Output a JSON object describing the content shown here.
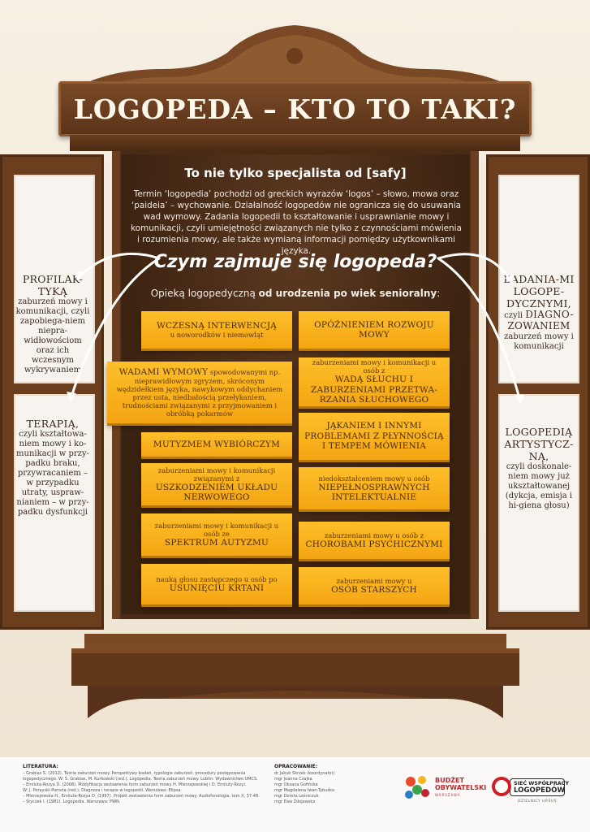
{
  "title": "LOGOPEDA – KTO TO TAKI?",
  "subtitle": "To nie tylko specjalista od [safy]",
  "intro": "Termin ‘logopedia’ pochodzi od greckich wyrazów ‘logos’ – słowo, mowa oraz ‘paideia’ – wychowanie. Działalność logopedów nie ogranicza się do usuwania wad wymowy. Zadania logopedii to kształtowanie i usprawnianie mowy i komunikacji, czyli umiejętności związanych nie tylko z czynnościami mówienia i rozumienia mowy, ale także wymianą informacji pomiędzy użytkownikami języka.",
  "question": "Czym zajmuje się logopeda?",
  "care": {
    "before": "Opieką logopedyczną ",
    "bold": "od urodzenia po wiek senioralny",
    "after": ":"
  },
  "left_panels": {
    "top": {
      "head": "PROFILAK-TYKĄ",
      "body": "zaburzeń mowy i komunikacji, czyli zapobiega-niem niepra-widłowościom oraz ich wczesnym wykrywaniem"
    },
    "bottom": {
      "head": "TERAPIĄ,",
      "body": "czyli kształtowa-niem mowy i ko-munikacji w przy-padku braku, przywracaniem – w przypadku utraty, uspraw-nianiem – w przy-padku dysfunkcji"
    }
  },
  "right_panels": {
    "top": {
      "head": "BADANIA-MI LOGOPE-DYCZNYMI,",
      "mid": "czyli ",
      "big": "DIAGNO-ZOWANIEM",
      "body": "zaburzeń mowy i komunikacji"
    },
    "bottom": {
      "head": "LOGOPEDIĄ ARTYSTYCZ-NĄ,",
      "body": "czyli doskonale-niem mowy już ukształtowanej (dykcja, emisja i hi-giena głosu)"
    }
  },
  "boxes_left": [
    {
      "cap": "WCZESNĄ INTERWENCJĄ",
      "text": "u noworodków i niemowląt"
    },
    {
      "cap_pre": "",
      "cap": "WADAMI WYMOWY",
      "text": " spowodowanymi np. nieprawidłowym zgryzem, skróconym wędzidełkiem języka, nawykowym oddychaniem przez usta, niedbałością przełykaniem, trudnościami związanymi z przyjmowaniem i obróbką pokarmów"
    },
    {
      "cap": "MUTYZMEM WYBIÓRCZYM",
      "text": ""
    },
    {
      "text": "zaburzeniami mowy i komunikacji związanymi z ",
      "cap": "USZKODZENIEM UKŁADU NERWOWEGO"
    },
    {
      "text": "zaburzeniami mowy i komunikacji u osób ze",
      "cap": "SPEKTRUM AUTYZMU"
    },
    {
      "text": "nauką głosu zastępczego u osób po ",
      "cap": "USUNIĘCIU KRTANI"
    }
  ],
  "boxes_right": [
    {
      "cap": "OPÓŹNIENIEM ROZWOJU MOWY",
      "text": ""
    },
    {
      "text": "zaburzeniami mowy i komunikacji u osób z ",
      "cap": "WADĄ SŁUCHU I ZABURZENIAMI PRZETWA-RZANIA SŁUCHOWEGO"
    },
    {
      "cap": "JĄKANIEM I INNYMI PROBLEMAMI Z PŁYNNOŚCIĄ I TEMPEM MÓWIENIA",
      "text": ""
    },
    {
      "text": "niedokształceniem mowy u osób",
      "cap": "NIEPEŁNOSPRAWNYCH INTELEKTUALNIE"
    },
    {
      "text": "zaburzeniami mowy u osób z ",
      "cap": "CHOROBAMI PSYCHICZNYMI"
    },
    {
      "text": "zaburzeniami mowy u ",
      "cap": "OSÓB STARSZYCH"
    }
  ],
  "footer": {
    "lit_title": "LITERATURA:",
    "lit_items": [
      "– Grabias S. (2012). Teoria zaburzeń mowy. Perspektywy badań, typologie zaburzeń, procedury postępowania",
      "logopedycznego. W: S. Grabias, M. Kurkowski (red.), Logopedia. Teoria zaburzeń mowy. Lublin: Wydawnictwo UMCS.",
      "– Emiluta-Rozya D. (2008). Modyfikacja zestawienia form zaburzeń mowy H. Mierzejewskiej i D. Emiluty-Rozyi.",
      "W: J. Porayski-Pomsta (red.), Diagnoza i terapia w logopedii. Warszawa: Elipsa.",
      "– Mierzejewska H., Emiluta-Rozya D. (1997). Projekt zestawienia form zaburzeń mowy. Audiofonologia, tom X, 37-48.",
      "– Styczek I. (1981). Logopedia. Warszawa: PWN."
    ],
    "op_title": "OPRACOWANIE:",
    "op_items": [
      "dr Jakub Skrzek (koordynator)",
      "mgr Joanna Czajka",
      "mgr Oksana Gofińska",
      "mgr Magdalena Iwan-Tybuśka",
      "mgr Dorota Leśniczuk",
      "mgr Ewa Zdojewska"
    ],
    "logo_bo_1": "BUDŻET",
    "logo_bo_2": "OBYWATELSKI",
    "logo_bo_3": "WARSZAWA",
    "logo_sw_1": "SIEĆ WSPÓŁPRACY",
    "logo_sw_2": "LOGOPEDÓW",
    "logo_sw_3": "DZIELNICY URSUS"
  },
  "colors": {
    "wood": "#6b3f1e",
    "box": "#f9b51f",
    "cabinet_inner": "#4a2b16"
  }
}
